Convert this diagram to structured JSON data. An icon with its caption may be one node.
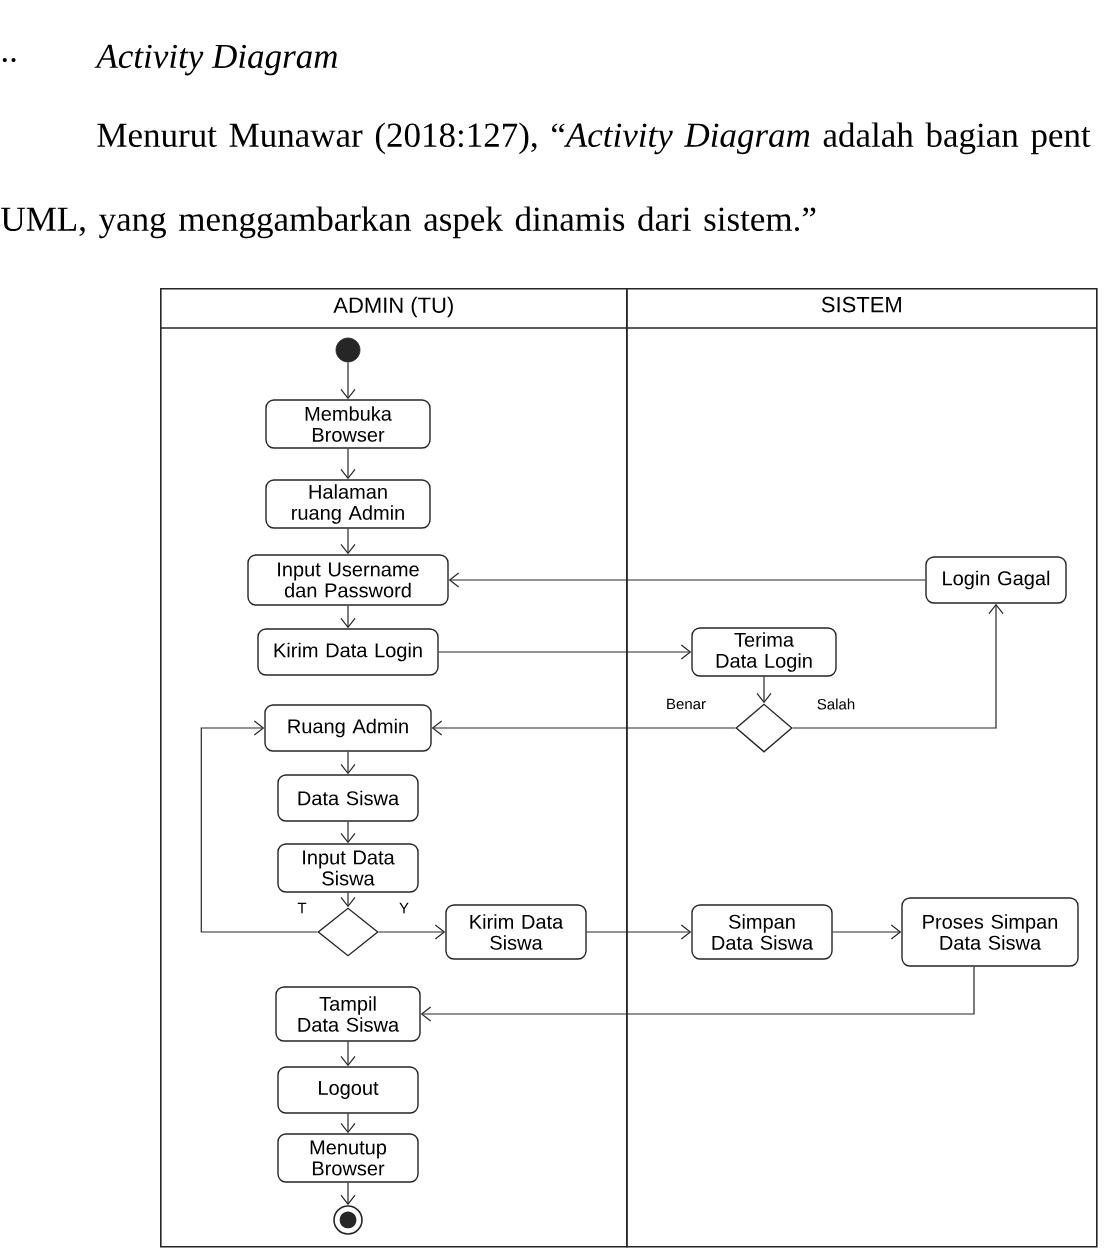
{
  "diagram": {
    "title": "Activity Diagram",
    "nodes": [
      {
        "text": [
          "ADMIN (TU)"
        ]
      },
      {
        "text": [
          "SISTEM"
        ]
      },
      {
        "text": [],
        "shape": "circle",
        "in": 0
      },
      {
        "text": [
          "Membuka Browser"
        ],
        "in": 0
      },
      {
        "text": [
          "Halaman ruang Admin"
        ],
        "in": 0
      },
      {
        "text": [
          "Input Username dan Password"
        ],
        "in": 0
      },
      {
        "text": [
          "Login Gagal"
        ],
        "in": 1
      },
      {
        "text": [
          "Kirim Data Login"
        ],
        "in": 0
      },
      {
        "text": [
          "Terima Data Login"
        ],
        "in": 1
      },
      {
        "text": [],
        "shape": "diamond",
        "in": 1
      },
      {
        "text": [
          "Ruang Admin"
        ],
        "in": 0
      },
      {
        "text": [
          "Data Siswa"
        ],
        "in": 0
      },
      {
        "text": [
          "Input Data Siswa"
        ],
        "in": 0
      },
      {
        "text": [],
        "shape": "diamond",
        "in": 0
      },
      {
        "text": [
          "Kirim Data Siswa"
        ],
        "in": 0
      },
      {
        "text": [
          "Simpan Data Siswa"
        ],
        "in": 1
      },
      {
        "text": [
          "Proses Simpan Data Siswa"
        ],
        "in": 1
      },
      {
        "text": [
          "Tampil Data Siswa"
        ],
        "in": 0
      },
      {
        "text": [
          "Logout"
        ],
        "in": 0
      },
      {
        "text": [
          "Menutup Browser"
        ],
        "in": 0
      },
      {
        "text": [],
        "shape": "bullseye",
        "in": 0
      }
    ],
    "edges": [
      {
        "from": 2,
        "to": 3,
        "arrow": "to"
      },
      {
        "from": 3,
        "to": 4,
        "arrow": "to"
      },
      {
        "from": 4,
        "to": 5,
        "arrow": "to"
      },
      {
        "from": 6,
        "to": 5,
        "arrow": "to"
      },
      {
        "from": 5,
        "to": 7,
        "arrow": "to"
      },
      {
        "from": 7,
        "to": 8,
        "arrow": "to"
      },
      {
        "from": 8,
        "to": 9,
        "arrow": "to"
      },
      {
        "from": 9,
        "to": 10,
        "arrow": "to",
        "label": "Benar"
      },
      {
        "from": 9,
        "to": 6,
        "arrow": "to",
        "label": "Salah"
      },
      {
        "from": 10,
        "to": 11,
        "arrow": "to"
      },
      {
        "from": 11,
        "to": 12,
        "arrow": "to"
      },
      {
        "from": 12,
        "to": 13,
        "arrow": "to"
      },
      {
        "from": 13,
        "to": 10,
        "arrow": "to",
        "label": "T"
      },
      {
        "from": 13,
        "to": 14,
        "arrow": "to",
        "label": "Y"
      },
      {
        "from": 14,
        "to": 15,
        "arrow": "to"
      },
      {
        "from": 15,
        "to": 16,
        "arrow": "to"
      },
      {
        "from": 16,
        "to": 17,
        "arrow": "to"
      },
      {
        "from": 17,
        "to": 18,
        "arrow": "to"
      },
      {
        "from": 18,
        "to": 19,
        "arrow": "to"
      },
      {
        "from": 19,
        "to": 20,
        "arrow": "to"
      }
    ],
    "labels": [
      "..",
      "Menurut Munawar (2018:127), “*Activity Diagram* adalah bagian pent UML, yang menggambarkan aspek dinamis dari sistem.”"
    ]
  }
}
